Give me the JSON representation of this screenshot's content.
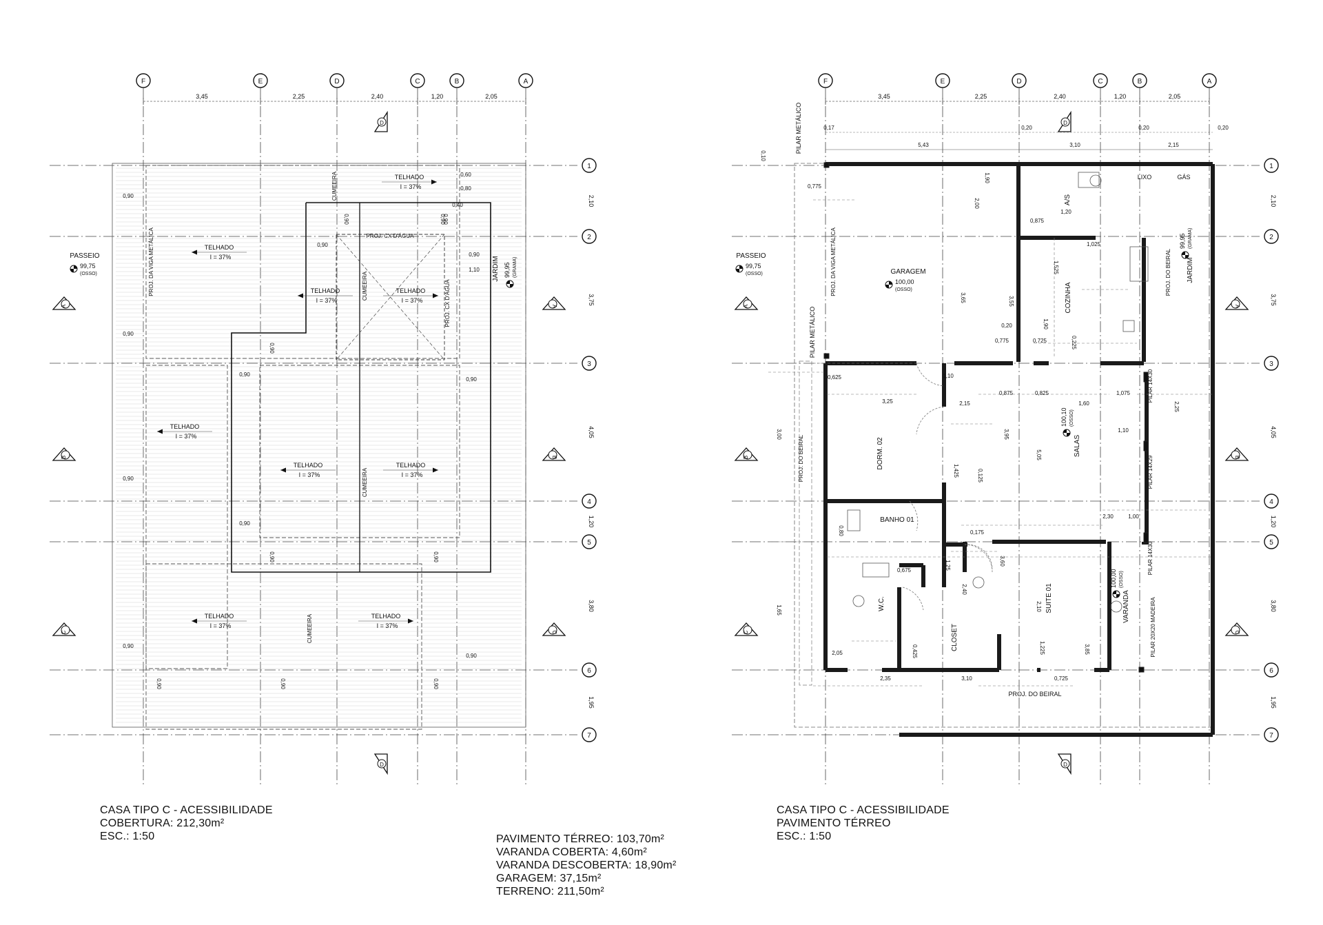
{
  "axes": {
    "columns": [
      "F",
      "E",
      "D",
      "C",
      "B",
      "A"
    ],
    "rows": [
      "1",
      "2",
      "3",
      "4",
      "5",
      "6",
      "7"
    ],
    "column_spacings": [
      "3,45",
      "2,25",
      "2,40",
      "1,20",
      "2,05"
    ],
    "row_spacings": [
      "2,10",
      "3,75",
      "4,05",
      "1,20",
      "3,80",
      "1,95"
    ]
  },
  "roof_plan": {
    "passeio": {
      "label": "PASSEIO",
      "level": "99,75",
      "note": "(OSSO)"
    },
    "jardim": {
      "label": "JARDIM",
      "level": "99,95",
      "note": "(GRAMA)"
    },
    "roof_label": "TELHADO",
    "slope_label": "I = 37%",
    "ridge_label": "CUMEEIRA",
    "beam_projection": "PROJ. DA VIGA METÁLICA",
    "water_tank_label": "PROJ. CX D'ÁGUA",
    "dims": [
      "0,90",
      "0,60",
      "0,80",
      "0,40",
      "1,10"
    ]
  },
  "ground_plan": {
    "rooms": {
      "garagem": {
        "label": "GARAGEM",
        "level": "100,00",
        "note": "(OSSO)"
      },
      "cozinha": "COZINHA",
      "as": "A/S",
      "lixo": "LIXO",
      "gas": "GÁS",
      "dorm": "DORM. 02",
      "salas": {
        "label": "SALAS",
        "level": "100,10",
        "note": "(OSSO)"
      },
      "banho": "BANHO 01",
      "wc": "W.C.",
      "closet": "CLOSET",
      "suite": "SUITE 01",
      "varanda": {
        "label": "VARANDA",
        "level": "100,00",
        "note": "(OSSO)"
      },
      "jardim": {
        "label": "JARDIM",
        "level": "99,95",
        "note": "(GRAMA)"
      },
      "passeio": {
        "label": "PASSEIO",
        "level": "99,75",
        "note": "(OSSO)"
      }
    },
    "pilar_metalico": "PILAR METÁLICO",
    "pilar_14x30": "PILAR 14X30",
    "pilar_14x29": "PILAR 14X29",
    "pilar_madeira": "PILAR 20X20 MADEIRA",
    "proj_beiral": "PROJ. DO BEIRAL",
    "proj_viga": "PROJ. DA VIGA METÁLICA",
    "dims_top": [
      "0,17",
      "5,43",
      "0,20",
      "3,10",
      "0,20",
      "2,15",
      "0,20"
    ],
    "dims_misc": [
      "0,10",
      "0,775",
      "2,00",
      "3,65",
      "1,90",
      "1,20",
      "0,875",
      "1,525",
      "1,025",
      "3,55",
      "1,90",
      "0,20",
      "0,775",
      "0,725",
      "0,225",
      "0,625",
      "1,10",
      "0,875",
      "0,825",
      "3,25",
      "2,15",
      "3,95",
      "1,60",
      "1,075",
      "2,25",
      "1,10",
      "5,05",
      "1,425",
      "0,125",
      "0,175",
      "2,30",
      "1,00",
      "0,80",
      "0,675",
      "2,40",
      "1,25",
      "3,60",
      "2,10",
      "1,225",
      "0,425",
      "2,05",
      "2,35",
      "3,10",
      "0,725",
      "3,85",
      "3,00",
      "1,65"
    ]
  },
  "captions": {
    "roof": [
      "CASA TIPO C - ACESSIBILIDADE",
      "COBERTURA: 212,30m²",
      "ESC.: 1:50"
    ],
    "areas": [
      "PAVIMENTO TÉRREO: 103,70m²",
      "VARANDA COBERTA: 4,60m²",
      "VARANDA DESCOBERTA: 18,90m²",
      "GARAGEM: 37,15m²",
      "TERRENO: 211,50m²"
    ],
    "ground": [
      "CASA TIPO C - ACESSIBILIDADE",
      "PAVIMENTO TÉRREO",
      "ESC.: 1:50"
    ]
  },
  "section_markers": [
    "A",
    "B",
    "C",
    "D"
  ]
}
